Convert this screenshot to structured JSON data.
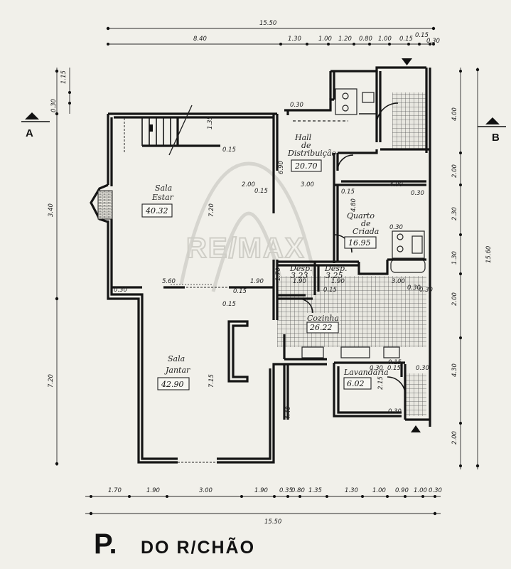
{
  "title": {
    "prefix": "P.",
    "rest": "DO R/CHÃO"
  },
  "watermark": "RE/MAX",
  "sections": {
    "left": "A",
    "right": "B"
  },
  "rooms": [
    {
      "id": "sala-estar",
      "name_line1": "Sala",
      "name_line2": "Estar",
      "area": "40.32"
    },
    {
      "id": "hall",
      "name_line1": "Hall",
      "name_line2": "de",
      "name_line3": "Distribuição",
      "area": "20.70"
    },
    {
      "id": "quarto-criada",
      "name_line1": "Quarto",
      "name_line2": "de",
      "name_line3": "Criada",
      "area": "16.95"
    },
    {
      "id": "desp-1",
      "name_line1": "Desp.",
      "area": "3.23"
    },
    {
      "id": "desp-2",
      "name_line1": "Desp.",
      "area": "3.25"
    },
    {
      "id": "cozinha",
      "name_line1": "Cozinha",
      "area": "26.22"
    },
    {
      "id": "sala-jantar",
      "name_line1": "Sala",
      "name_line2": "Jantar",
      "area": "42.90"
    },
    {
      "id": "lavandaria",
      "name_line1": "Lavandaria",
      "area": "6.02"
    }
  ],
  "dimensions": {
    "top_total": "15.50",
    "top_row": [
      "8.40",
      "1.30",
      "1.00",
      "1.20",
      "0.80",
      "1.00",
      "0.15",
      "0.15",
      "0.30"
    ],
    "bottom_total": "15.50",
    "bottom_row": [
      "1.70",
      "1.90",
      "3.00",
      "1.90",
      "0.35",
      "0.80",
      "1.35",
      "1.30",
      "1.00",
      "0.90",
      "1.00",
      "0.30"
    ],
    "right_total": "15.60",
    "right_row": [
      "4.00",
      "2.00",
      "2.30",
      "1.30",
      "2.00",
      "4.30",
      "2.00"
    ],
    "left_col": [
      "1.15",
      "0.30",
      "3.40",
      "7.20"
    ],
    "inner": [
      "0.30",
      "1.35",
      "0.15",
      "6.90",
      "2.00",
      "0.15",
      "3.00",
      "0.15",
      "4.00",
      "0.30",
      "4.80",
      "0.30",
      "7.20",
      "0.30",
      "5.60",
      "0.15",
      "1.90",
      "0.15",
      "1.70",
      "1.90",
      "1.90",
      "0.15",
      "3.00",
      "0.30",
      "7.15",
      "4.40",
      "2.15",
      "0.30",
      "0.30",
      "0.15",
      "0.15",
      "0.30",
      "0.30"
    ]
  }
}
